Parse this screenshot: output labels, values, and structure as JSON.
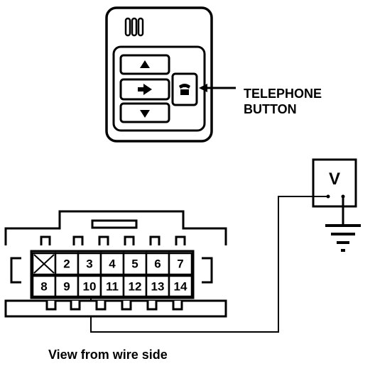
{
  "switch_panel": {
    "indicator_icon": "three-bar-indicator-icon",
    "buttons": [
      {
        "name": "up-button",
        "icon": "triangle-up-icon"
      },
      {
        "name": "enter-button",
        "icon": "arrow-right-icon"
      },
      {
        "name": "down-button",
        "icon": "triangle-down-icon"
      }
    ],
    "telephone_icon": "telephone-icon"
  },
  "callout": {
    "line1": "TELEPHONE",
    "line2": "BUTTON"
  },
  "voltmeter": {
    "label": "V"
  },
  "connector": {
    "top_row": [
      "",
      "2",
      "3",
      "4",
      "5",
      "6",
      "7"
    ],
    "bottom_row": [
      "8",
      "9",
      "10",
      "11",
      "12",
      "13",
      "14"
    ],
    "empty_cavity_marker": "x-mark-icon",
    "probe_terminal": "10"
  },
  "caption": "View from wire side",
  "colors": {
    "ink": "#000000",
    "paper": "#ffffff"
  }
}
